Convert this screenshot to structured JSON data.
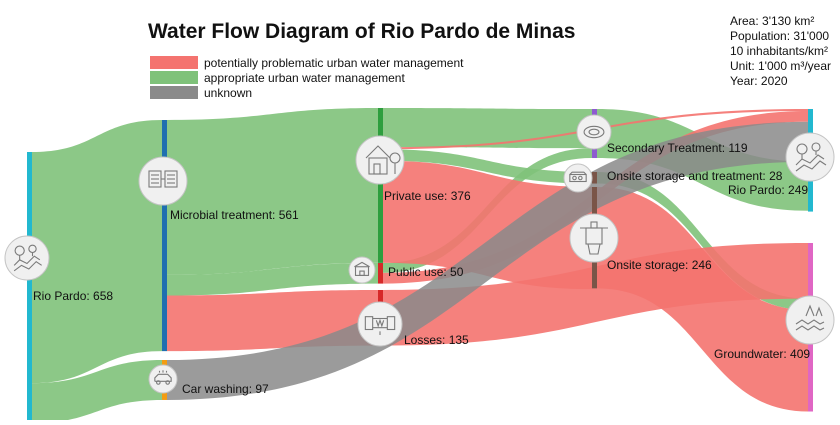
{
  "title": "Water Flow Diagram of Rio Pardo de Minas",
  "legend": [
    {
      "label": "potentially problematic urban water management",
      "color": "#f4736f"
    },
    {
      "label": "appropriate urban water management",
      "color": "#7fc27a"
    },
    {
      "label": "unknown",
      "color": "#8a8a8a"
    }
  ],
  "info": {
    "area": "Area: 3'130 km²",
    "population": "Population: 31'000",
    "density": "10 inhabitants/km²",
    "unit": "Unit: 1'000 m³/year",
    "year": "Year: 2020"
  },
  "nodes": {
    "rio_pardo_source": {
      "label": "Rio Pardo: 658",
      "value": 658,
      "color": "#22b8cf",
      "icon": "river-icon"
    },
    "microbial_treatment": {
      "label": "Microbial treatment: 561",
      "value": 561,
      "color": "#1f6fb0",
      "icon": "filter-icon"
    },
    "car_washing": {
      "label": "Car washing: 97",
      "value": 97,
      "color": "#f39c12",
      "icon": "car-icon"
    },
    "private_use": {
      "label": "Private use: 376",
      "value": 376,
      "color": "#2e9e3e",
      "icon": "house-icon"
    },
    "public_use": {
      "label": "Public use: 50",
      "value": 50,
      "color": "#d62828",
      "icon": "building-icon"
    },
    "losses": {
      "label": "Losses: 135",
      "value": 135,
      "color": "#d62828",
      "icon": "leaking-pipe-icon"
    },
    "secondary_treatment": {
      "label": "Secondary Treatment: 119",
      "value": 119,
      "color": "#8e5bd0",
      "icon": "treatment-plant-icon"
    },
    "onsite_storage_treatment": {
      "label": "Onsite storage and treatment: 28",
      "value": 28,
      "color": "#7a5548",
      "icon": "septic-tank-icon"
    },
    "onsite_storage": {
      "label": "Onsite storage: 246",
      "value": 246,
      "color": "#7a5548",
      "icon": "pit-latrine-icon"
    },
    "rio_pardo_sink": {
      "label": "Rio Pardo: 249",
      "value": 249,
      "color": "#22b8cf",
      "icon": "river-icon"
    },
    "groundwater": {
      "label": "Groundwater: 409",
      "value": 409,
      "color": "#e066c4",
      "icon": "groundwater-icon"
    }
  },
  "flows": [
    {
      "from": "rio_pardo_source",
      "to": "microbial_treatment",
      "value": 561,
      "category": "appropriate"
    },
    {
      "from": "rio_pardo_source",
      "to": "car_washing",
      "value": 97,
      "category": "appropriate"
    },
    {
      "from": "microbial_treatment",
      "to": "private_use",
      "value": 376,
      "category": "appropriate"
    },
    {
      "from": "microbial_treatment",
      "to": "public_use",
      "value": 50,
      "category": "appropriate"
    },
    {
      "from": "microbial_treatment",
      "to": "losses",
      "value": 135,
      "category": "problematic"
    },
    {
      "from": "private_use",
      "to": "secondary_treatment",
      "value": 95,
      "category": "appropriate"
    },
    {
      "from": "private_use",
      "to": "rio_pardo_sink",
      "value": 5,
      "category": "problematic"
    },
    {
      "from": "private_use",
      "to": "onsite_storage_treatment",
      "value": 28,
      "category": "appropriate"
    },
    {
      "from": "private_use",
      "to": "onsite_storage",
      "value": 248,
      "category": "problematic"
    },
    {
      "from": "public_use",
      "to": "secondary_treatment",
      "value": 24,
      "category": "appropriate"
    },
    {
      "from": "public_use",
      "to": "rio_pardo_sink",
      "value": 26,
      "category": "problematic"
    },
    {
      "from": "losses",
      "to": "groundwater",
      "value": 135,
      "category": "problematic"
    },
    {
      "from": "car_washing",
      "to": "rio_pardo_sink",
      "value": 97,
      "category": "unknown"
    },
    {
      "from": "secondary_treatment",
      "to": "rio_pardo_sink",
      "value": 119,
      "category": "appropriate"
    },
    {
      "from": "onsite_storage_treatment",
      "to": "groundwater",
      "value": 28,
      "category": "appropriate"
    },
    {
      "from": "onsite_storage",
      "to": "groundwater",
      "value": 246,
      "category": "problematic"
    }
  ]
}
